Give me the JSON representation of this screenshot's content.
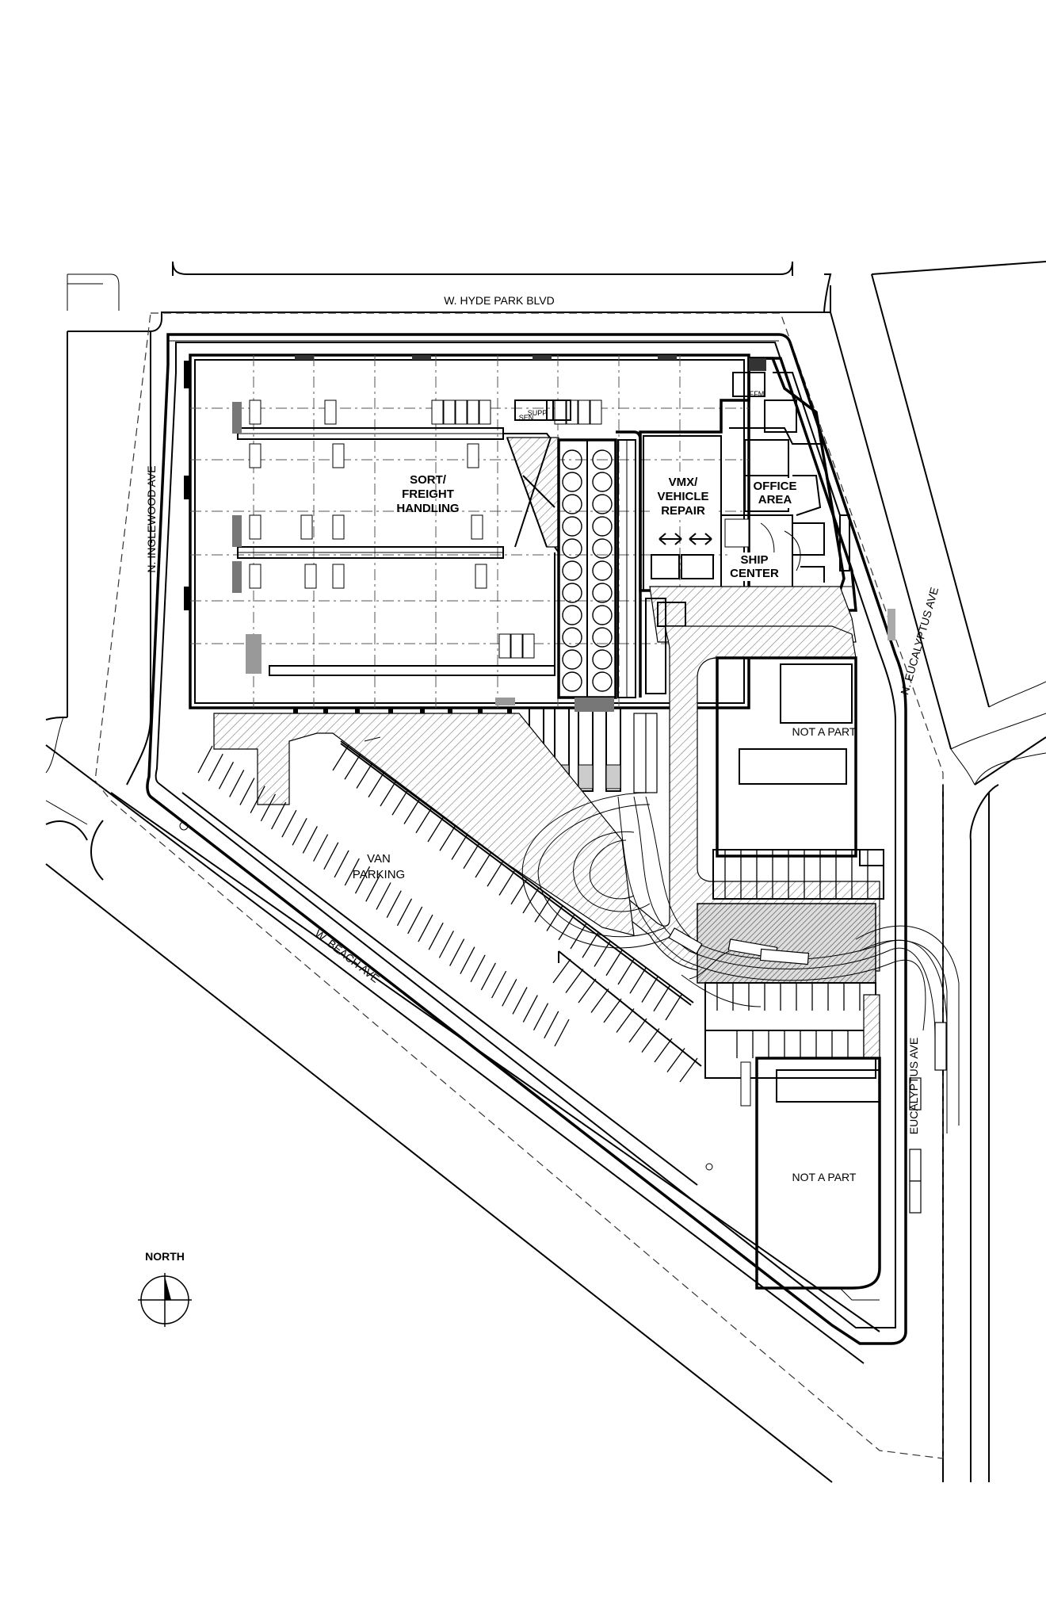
{
  "streets": {
    "north": "W. HYDE PARK BLVD",
    "west": "N. INGLEWOOD AVE",
    "south": "W. BEACH AVE",
    "east_upper": "N. EUCALYPTUS AVE",
    "east_lower": "EUCALYPTUS AVE"
  },
  "areas": {
    "sort_line1": "SORT/",
    "sort_line2": "FREIGHT",
    "sort_line3": "HANDLING",
    "vmx_line1": "VMX/",
    "vmx_line2": "VEHICLE",
    "vmx_line3": "REPAIR",
    "office_line1": "OFFICE",
    "office_line2": "AREA",
    "ship_line1": "SHIP",
    "ship_line2": "CENTER",
    "van_line1": "VAN",
    "van_line2": "PARKING",
    "not_part_upper": "NOT A PART",
    "not_part_lower": "NOT A PART",
    "supp": "SUPP",
    "sen": "SEN",
    "ffm": "FFM"
  },
  "north_arrow": {
    "label": "NORTH"
  }
}
